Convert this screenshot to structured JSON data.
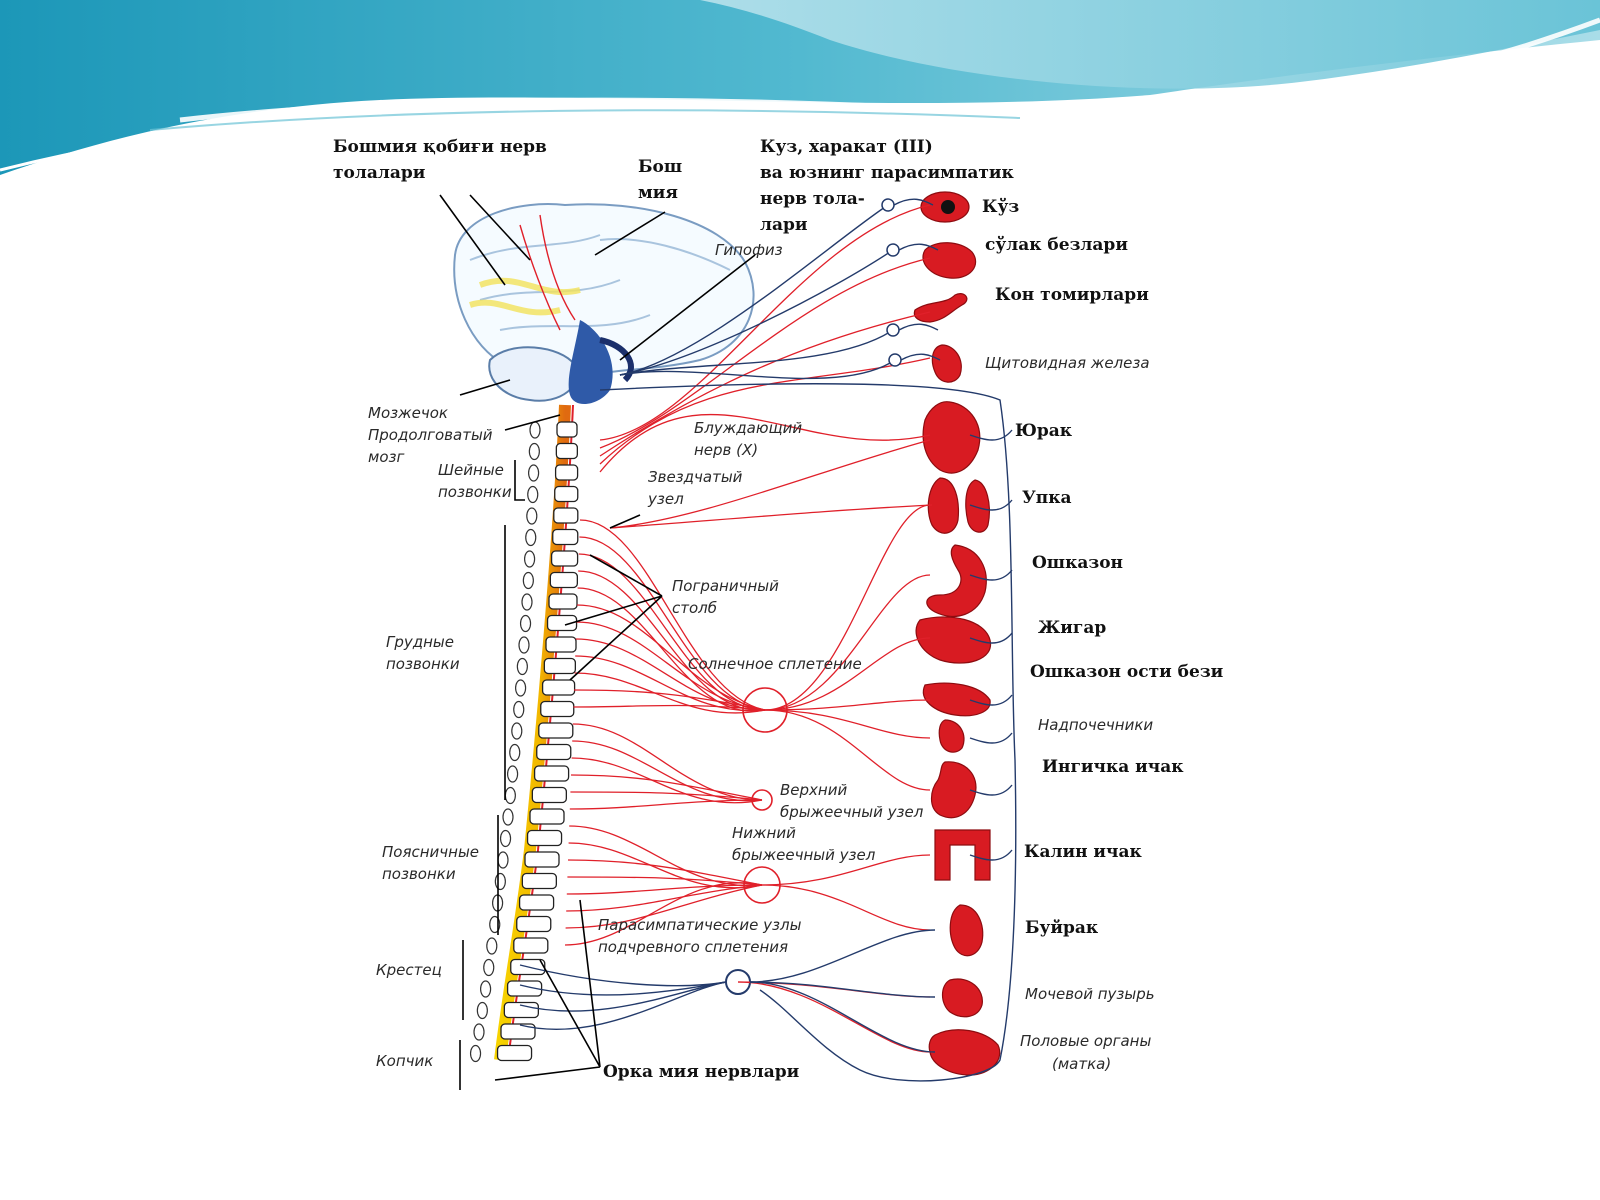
{
  "labels": {
    "cortex_fibers": [
      "Бошмия қобиғи нерв",
      "толалари"
    ],
    "brain": [
      "Бош",
      "мия"
    ],
    "eye_parasym": [
      "Куз, харакат (III)",
      "ва юзнинг парасимпатик",
      "нерв тола-",
      "лари"
    ],
    "hypophysis": "Гипофиз",
    "cerebellum": "Мозжечок",
    "medulla": [
      "Продолговатый",
      "мозг"
    ],
    "cervical": [
      "Шейные",
      "позвонки"
    ],
    "vagus": [
      "Блуждающий",
      "нерв (X)"
    ],
    "stellate": [
      "Звездчатый",
      "узел"
    ],
    "border_column": [
      "Пограничный",
      "столб"
    ],
    "thoracic": [
      "Грудные",
      "позвонки"
    ],
    "solar_plexus": "Солнечное сплетение",
    "sup_mesenteric": [
      "Верхний",
      "брыжеечный узел"
    ],
    "inf_mesenteric": [
      "Нижний",
      "брыжеечный узел"
    ],
    "lumbar": [
      "Поясничные",
      "позвонки"
    ],
    "parasym_nodes": [
      "Парасимпатические узлы",
      "подчревного сплетения"
    ],
    "sacrum": "Крестец",
    "coccyx": "Копчик",
    "spinal_nerves": "Орка мия нервлари"
  },
  "organs": [
    {
      "key": "eye",
      "label": "Кўз",
      "style": "bold"
    },
    {
      "key": "salivary",
      "label": "сўлак безлари",
      "style": "bold"
    },
    {
      "key": "vessels",
      "label": "Кон томирлари",
      "style": "bold"
    },
    {
      "key": "thyroid",
      "label": "Щитовидная железа",
      "style": "italic"
    },
    {
      "key": "heart",
      "label": "Юрак",
      "style": "bold"
    },
    {
      "key": "lung",
      "label": "Упка",
      "style": "bold"
    },
    {
      "key": "stomach",
      "label": "Ошказон",
      "style": "bold"
    },
    {
      "key": "liver",
      "label": "Жигар",
      "style": "bold"
    },
    {
      "key": "pancreas",
      "label": "Ошказон ости бези",
      "style": "bold"
    },
    {
      "key": "adrenal",
      "label": "Надпочечники",
      "style": "italic"
    },
    {
      "key": "small_int",
      "label": "Ингичка ичак",
      "style": "bold"
    },
    {
      "key": "large_int",
      "label": "Калин ичак",
      "style": "bold"
    },
    {
      "key": "kidney",
      "label": "Буйрак",
      "style": "bold"
    },
    {
      "key": "bladder",
      "label": "Мочевой пузырь",
      "style": "italic"
    },
    {
      "key": "genitals",
      "label": [
        "Половые органы",
        "(матка)"
      ],
      "style": "italic"
    }
  ],
  "colors": {
    "sympathetic": "#e0202a",
    "parasympathetic": "#243b6b",
    "organ": "#d81b22",
    "spinal_cord": "#f2c400",
    "header_wave": "#2ea8c4"
  }
}
